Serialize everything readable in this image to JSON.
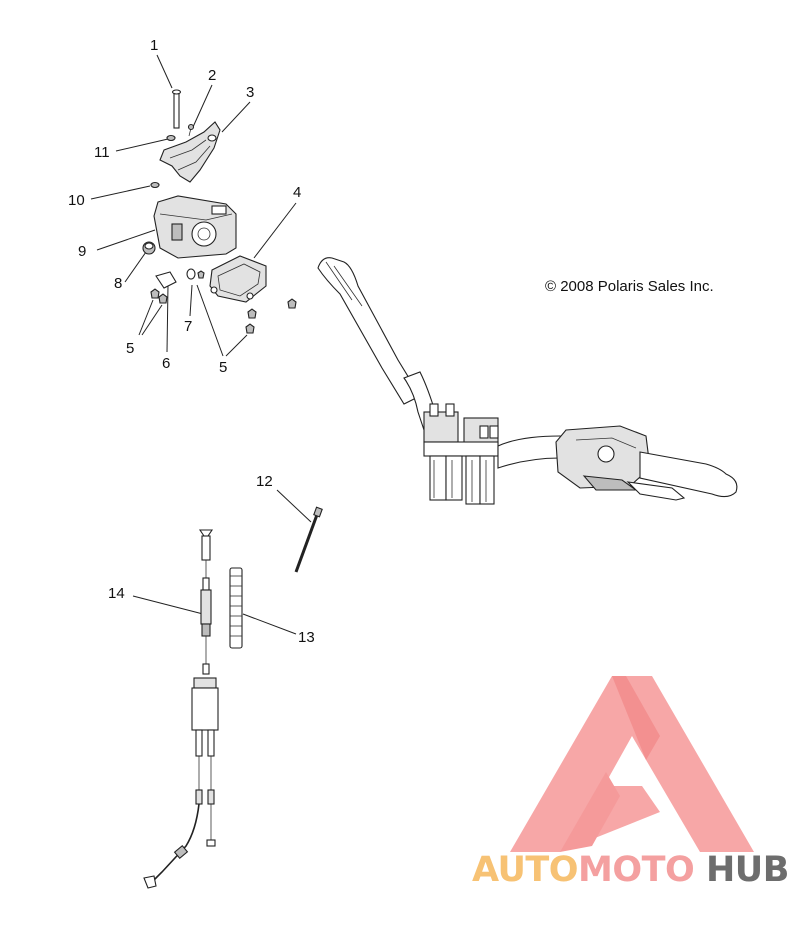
{
  "copyright": "© 2008 Polaris Sales Inc.",
  "callouts": [
    "1",
    "2",
    "3",
    "11",
    "10",
    "9",
    "8",
    "4",
    "5",
    "6",
    "7",
    "5",
    "12",
    "14",
    "13"
  ],
  "watermark": {
    "part1": "AUTO",
    "part2": "MOTO",
    "part3": "HUB",
    "colors": {
      "auto": "#f7c274",
      "moto": "#f4a0a0",
      "hub": "#6d6d6d",
      "logo": "#f7a2a2"
    }
  }
}
